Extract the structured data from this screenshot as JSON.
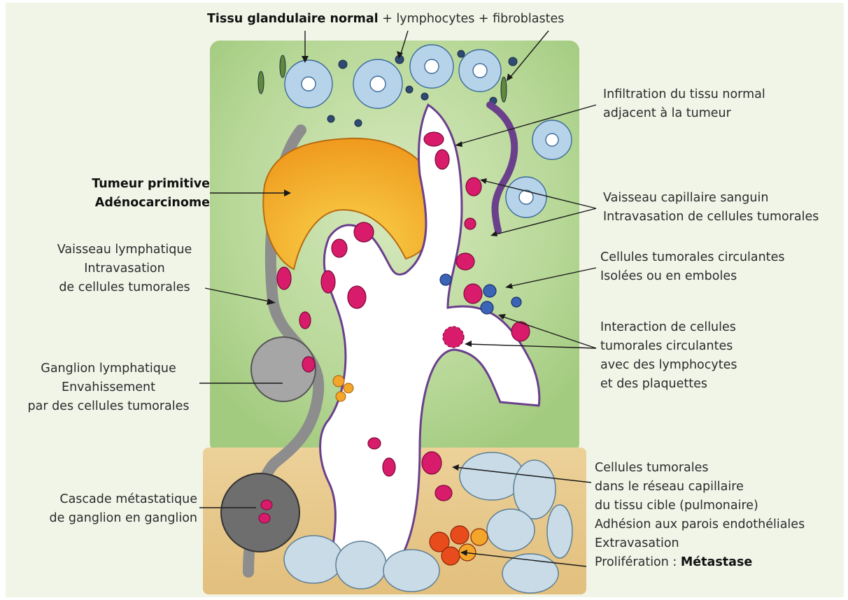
{
  "labels": {
    "top": {
      "bold": "Tissu glandulaire normal",
      "rest": " + lymphocytes + fibroblastes"
    },
    "infiltration": {
      "line1": "Infiltration du tissu normal",
      "line2": "adjacent à la tumeur"
    },
    "tumeur": {
      "line1": "Tumeur primitive",
      "line2": "Adénocarcinome"
    },
    "capillaire": {
      "line1": "Vaisseau capillaire sanguin",
      "line2": "Intravasation de cellules tumorales"
    },
    "lymphatique": {
      "line1": "Vaisseau lymphatique",
      "line2": "Intravasation",
      "line3": "de cellules tumorales"
    },
    "circulantes": {
      "line1": "Cellules tumorales circulantes",
      "line2": "Isolées ou en emboles"
    },
    "interaction": {
      "line1": "Interaction de cellules",
      "line2": "tumorales circulantes",
      "line3": "avec des lymphocytes",
      "line4": "et des plaquettes"
    },
    "ganglion": {
      "line1": "Ganglion lymphatique",
      "line2": "Envahissement",
      "line3": "par des cellules tumorales"
    },
    "cascade": {
      "line1": "Cascade métastatique",
      "line2": "de ganglion en ganglion"
    },
    "reseau": {
      "line1": "Cellules tumorales",
      "line2": "dans le réseau capillaire",
      "line3": "du tissu cible (pulmonaire)",
      "line4": "Adhésion aux parois endothéliales",
      "line5": "Extravasation",
      "line6_prefix": "Prolifération : ",
      "line6_bold": "Métastase"
    }
  },
  "colors": {
    "background": "#f1f5e8",
    "tissue_green": "#a9cf86",
    "target_tissue": "#e9c98a",
    "gland_blue": "#b7d3ea",
    "tumor_orange": "#f3a62a",
    "tumor_cell_magenta": "#d81b6a",
    "lymph_grey": "#8d8d8d",
    "vessel_purple": "#6a3f8c",
    "lung_cell": "#c8dbe6",
    "metastasis_red": "#e84c1c",
    "lymphocyte_blue": "#3a64b5"
  }
}
